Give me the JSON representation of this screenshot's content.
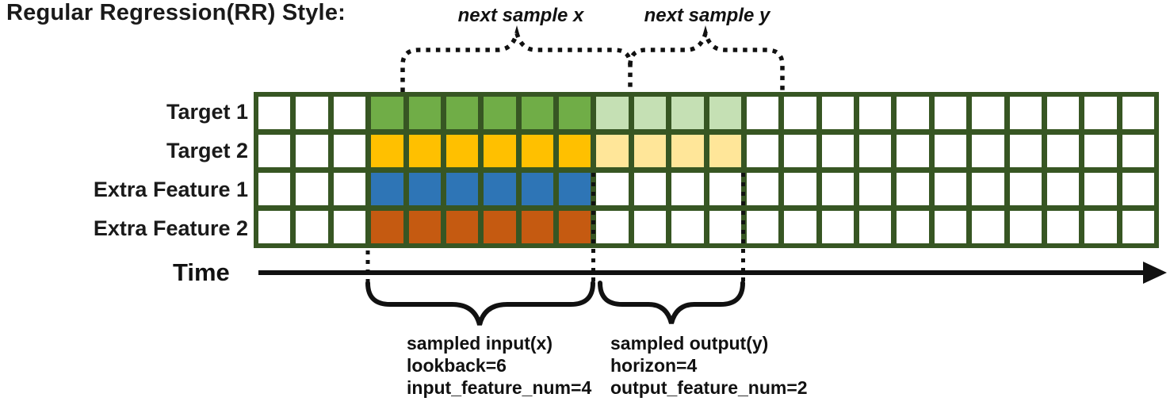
{
  "title": "Regular Regression(RR) Style:",
  "top_annotations": {
    "next_sample_x": "next sample x",
    "next_sample_y": "next sample y"
  },
  "grid": {
    "columns": 24,
    "empty_lead_columns": 3,
    "lookback": 6,
    "horizon": 4,
    "border_color": "#375623",
    "empty_cell_color": "#FFFFFF"
  },
  "rows": [
    {
      "label": "Target 1",
      "input_color": "#70AD47",
      "output_color": "#C5E0B4"
    },
    {
      "label": "Target 2",
      "input_color": "#FFC000",
      "output_color": "#FFE699"
    },
    {
      "label": "Extra Feature 1",
      "input_color": "#2E75B6",
      "output_color": null
    },
    {
      "label": "Extra Feature 2",
      "input_color": "#C55A11",
      "output_color": null
    }
  ],
  "time_axis": {
    "label": "Time"
  },
  "bottom_annotations": {
    "input": {
      "line1": "sampled input(x)",
      "line2": "lookback=6",
      "line3": "input_feature_num=4"
    },
    "output": {
      "line1": "sampled output(y)",
      "line2": "horizon=4",
      "line3": "output_feature_num=2"
    }
  }
}
